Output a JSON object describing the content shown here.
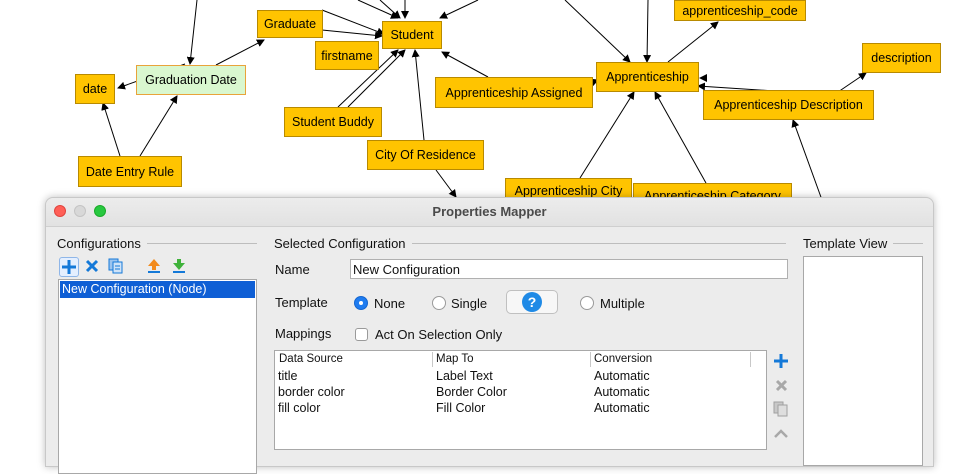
{
  "graph": {
    "nodes": {
      "graduate": "Graduate",
      "student": "Student",
      "firstname": "firstname",
      "graduation_date": "Graduation Date",
      "date": "date",
      "date_entry_rule": "Date Entry Rule",
      "student_buddy": "Student Buddy",
      "city_of_residence": "City Of Residence",
      "apprenticeship_code": "apprenticeship_code",
      "apprenticeship": "Apprenticeship",
      "apprenticeship_assigned": "Apprenticeship Assigned",
      "description": "description",
      "apprenticeship_description": "Apprenticeship Description",
      "apprenticeship_city": "Apprenticeship City",
      "apprenticeship_category": "Apprenticeship Category"
    }
  },
  "dialog": {
    "title": "Properties Mapper",
    "configurations": {
      "heading": "Configurations",
      "items": [
        "New Configuration (Node)"
      ]
    },
    "selected": {
      "heading": "Selected Configuration",
      "name_label": "Name",
      "name_value": "New Configuration",
      "template_label": "Template",
      "template_options": {
        "none": "None",
        "single": "Single",
        "multiple": "Multiple"
      },
      "help_glyph": "?",
      "mappings_label": "Mappings",
      "act_on_selection": "Act On Selection Only",
      "table": {
        "headers": [
          "Data Source",
          "Map To",
          "Conversion"
        ],
        "rows": [
          [
            "title",
            "Label Text",
            "Automatic"
          ],
          [
            "border color",
            "Border Color",
            "Automatic"
          ],
          [
            "fill color",
            "Fill Color",
            "Automatic"
          ]
        ]
      }
    },
    "template_view": {
      "heading": "Template View"
    }
  },
  "colors": {
    "node_fill": "#ffc400",
    "selected_node_fill": "#d9f7cf",
    "accent": "#1f7cf0",
    "list_selection": "#0f5fd5"
  }
}
